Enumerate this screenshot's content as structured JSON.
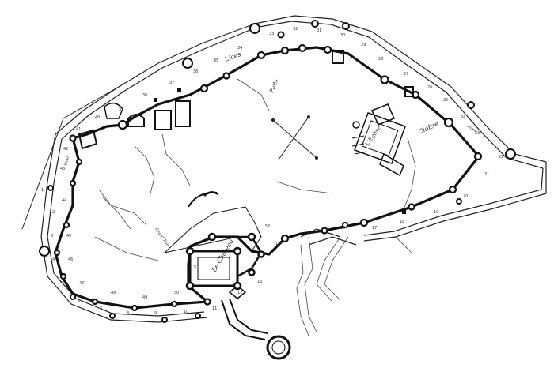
{
  "plan": {
    "labels": {
      "lices_top": "Lices",
      "lices_right": "Lices",
      "lices_left": "Lices",
      "puits": "Puits",
      "cloitre": "Cloître",
      "eglise": "L'Église",
      "chateau": "Le Château",
      "grand_puit": "Grand Puit"
    },
    "tower_numbers": [
      "1",
      "2",
      "3",
      "4",
      "5",
      "6",
      "7",
      "8",
      "9",
      "10",
      "11",
      "12",
      "13",
      "14",
      "15",
      "16",
      "17",
      "18",
      "19",
      "20",
      "21",
      "22",
      "23",
      "24",
      "25",
      "26",
      "27",
      "28",
      "29",
      "30",
      "31",
      "32",
      "33",
      "34",
      "35",
      "36",
      "37",
      "38",
      "39",
      "40",
      "41",
      "42",
      "43",
      "44",
      "45",
      "46",
      "47",
      "48",
      "49",
      "50",
      "51",
      "52"
    ],
    "colors": {
      "ink": "#111111",
      "paper": "#ffffff"
    }
  }
}
